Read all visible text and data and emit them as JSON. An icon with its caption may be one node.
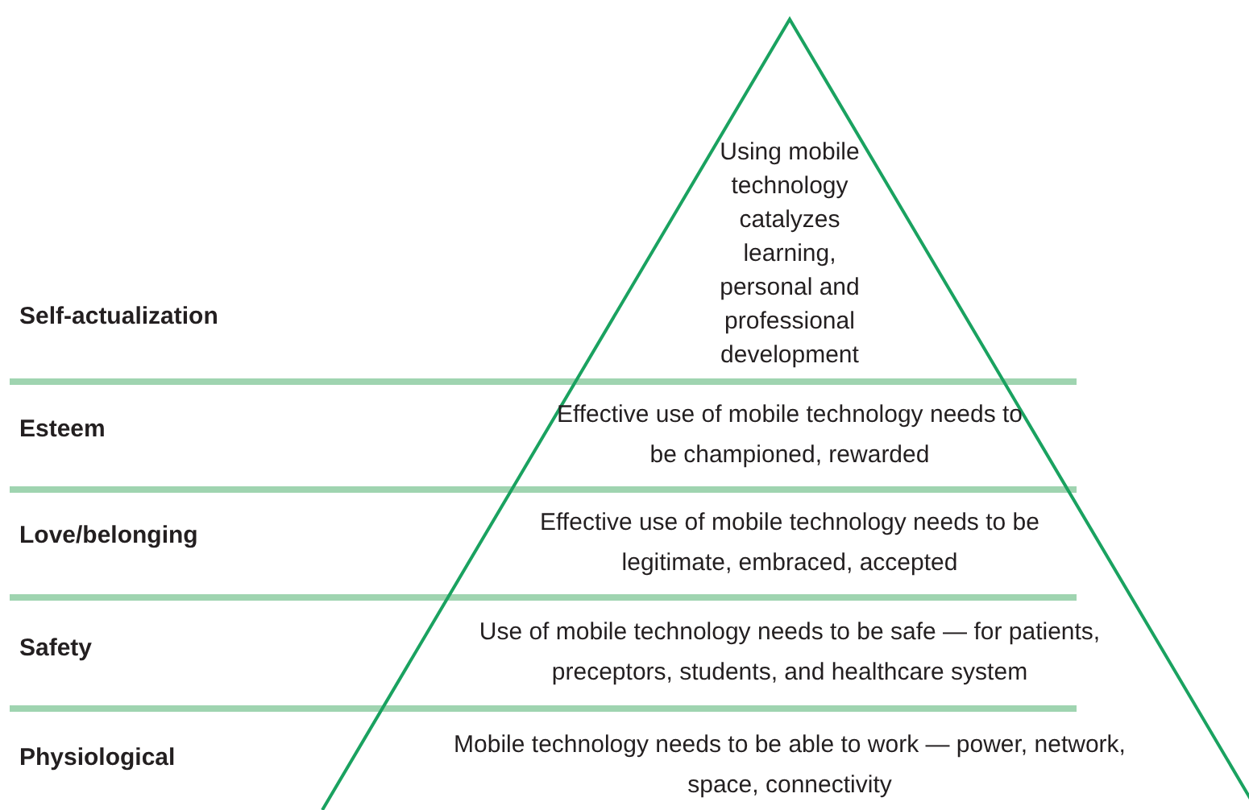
{
  "diagram": {
    "nodes": [
      {
        "text": [
          "Using mobile technology catalyzes learning, personal and professional development"
        ]
      },
      {
        "text": [
          "Effective use of mobile technology needs to be championed, rewarded"
        ]
      },
      {
        "text": [
          "Effective use of mobile technology needs to be legitimate, embraced, accepted"
        ]
      },
      {
        "text": [
          "Use of mobile technology needs to be safe — for patients, preceptors, students, and healthcare system"
        ]
      },
      {
        "text": [
          "Mobile technology needs to be able to work — power, network, space, connectivity"
        ]
      }
    ],
    "labels": [
      "Self-actualization",
      "Esteem",
      "Love/belonging",
      "Safety",
      "Physiological"
    ]
  }
}
